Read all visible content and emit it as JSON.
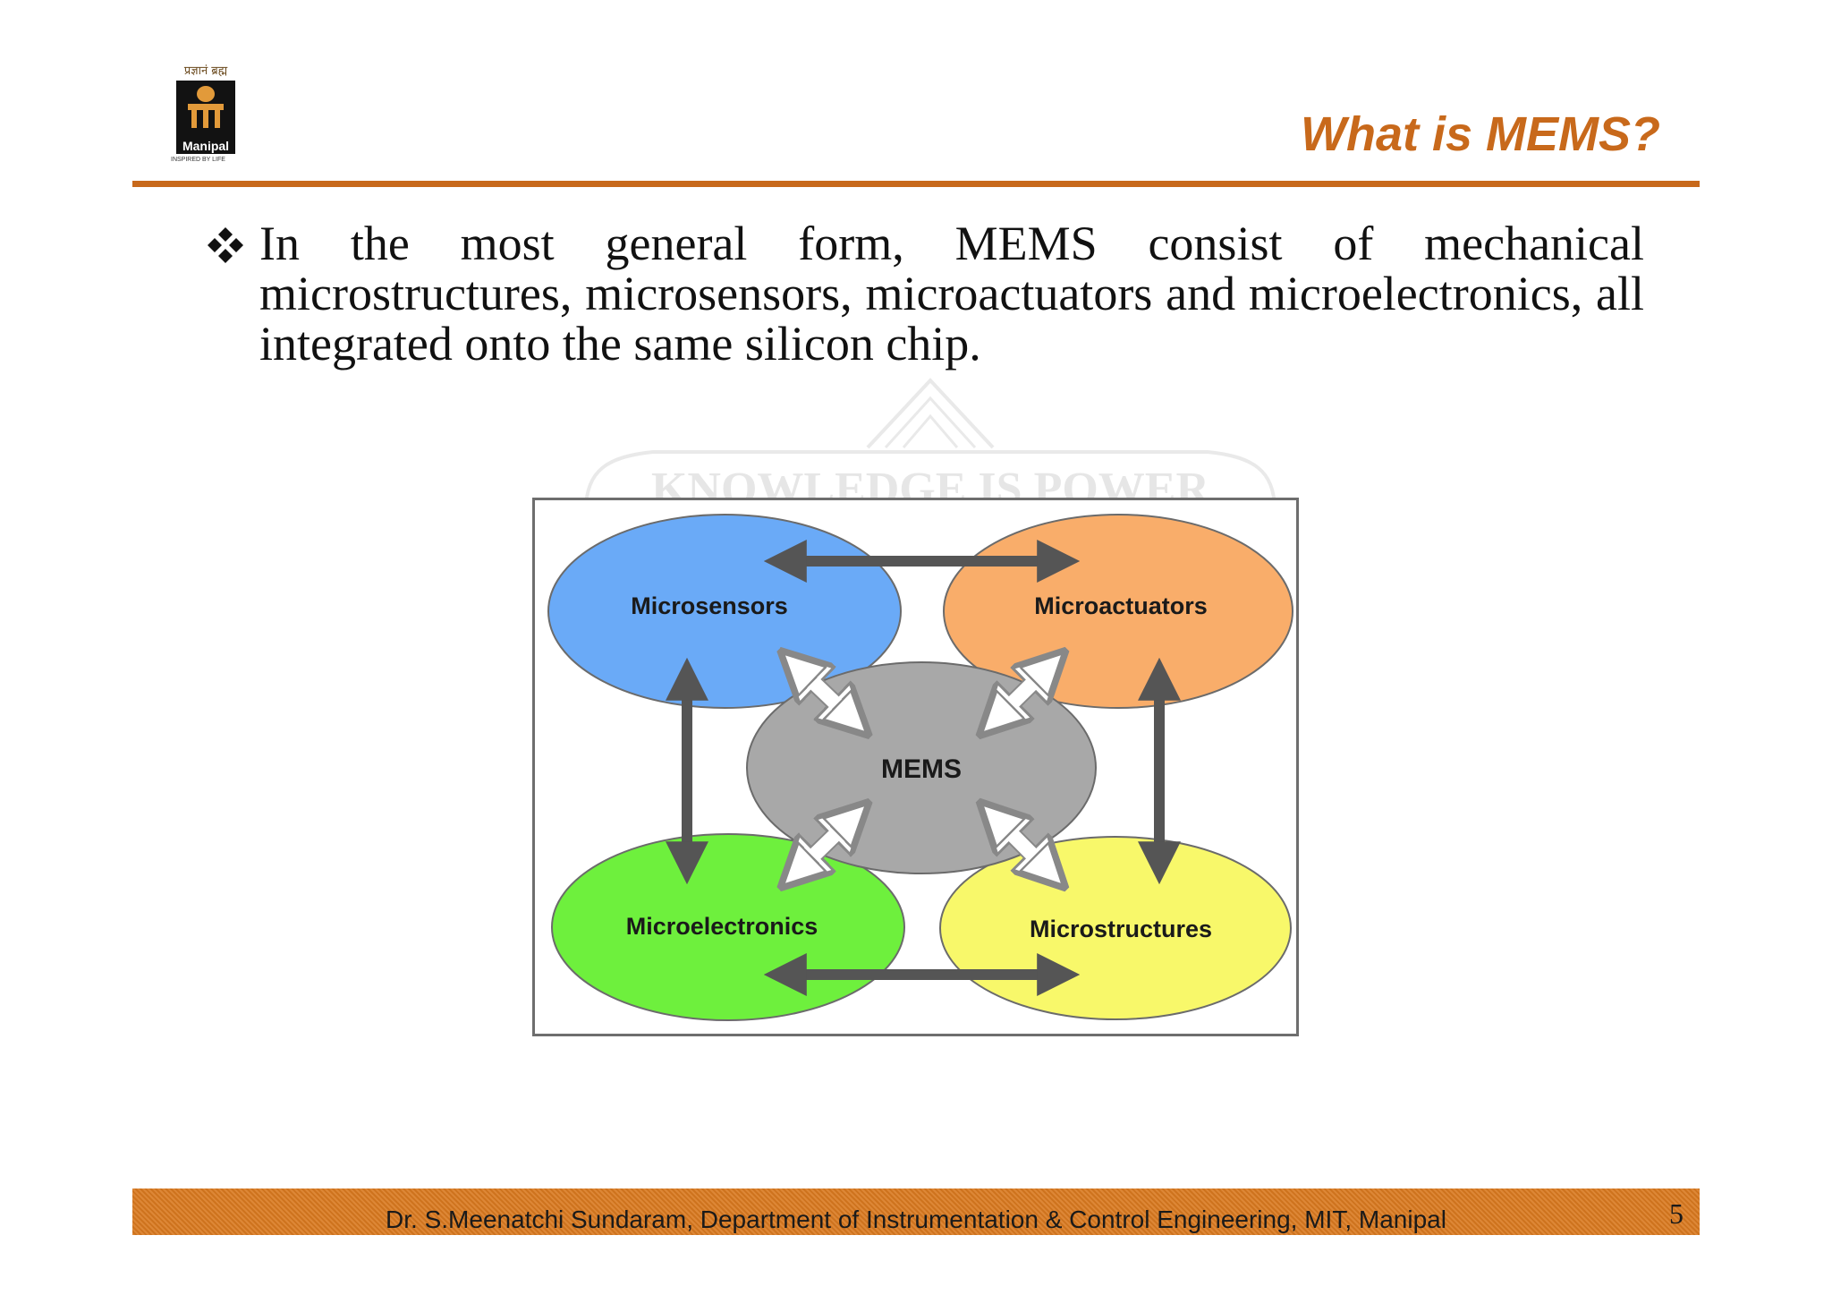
{
  "header": {
    "logo": {
      "tagline_devanagari": "प्रज्ञानं ब्रह्म",
      "name": "Manipal",
      "subtitle": "INSPIRED BY LIFE"
    },
    "title": "What is MEMS?"
  },
  "colors": {
    "accent": "#c8691b",
    "footer": "#d9791f",
    "microsensors": "#6aaaf7",
    "microactuators": "#f9ad6a",
    "mems": "#a8a8a8",
    "microelectronics": "#6ef03d",
    "microstructures": "#f8f86a"
  },
  "body": {
    "bullet_icon": "four-diamond-bullet-icon",
    "bullet_text": "In the most general form, MEMS consist of mechanical microstructures, microsensors, microactuators and microelectronics, all integrated onto the same silicon chip."
  },
  "watermark": {
    "text": "KNOWLEDGE IS POWER"
  },
  "diagram": {
    "center": "MEMS",
    "top_left": "Microsensors",
    "top_right": "Microactuators",
    "bottom_left": "Microelectronics",
    "bottom_right": "Microstructures"
  },
  "footer": {
    "text": "Dr. S.Meenatchi Sundaram, Department of Instrumentation & Control Engineering, MIT, Manipal",
    "page_number": "5"
  }
}
